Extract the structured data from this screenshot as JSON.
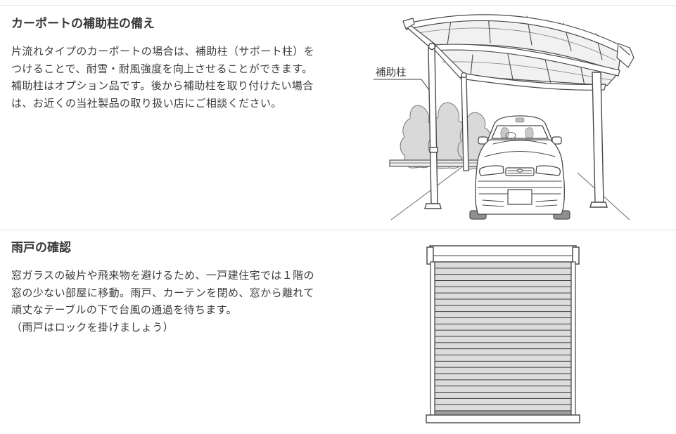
{
  "page": {
    "background": "#ffffff",
    "divider_color": "#e2e2e2",
    "text_color": "#3b3b3b"
  },
  "section1": {
    "title": "カーポートの補助柱の備え",
    "body_lines": [
      "片流れタイプのカーポートの場合は、補助柱（サポート柱）を",
      "つけることで、耐雪・耐風強度を向上させることができます。",
      "補助柱はオプション品です。後から補助柱を取り付けたい場合",
      "は、お近くの当社製品の取り扱い店にご相談ください。"
    ],
    "illustration": {
      "label": "補助柱",
      "line_color": "#4a4a4a",
      "panel_color": "#f1f1f1",
      "tree_color": "#d9d9d9"
    }
  },
  "section2": {
    "title": "雨戸の確認",
    "body_lines": [
      "窓ガラスの破片や飛来物を避けるため、一戸建住宅では１階の",
      "窓の少ない部屋に移動。雨戸、カーテンを閉め、窓から離れて",
      "頑丈なテーブルの下で台風の通過を待ちます。",
      "（雨戸はロックを掛けましょう）"
    ],
    "illustration": {
      "slat_count": 24,
      "slat_color": "#dcdcdc",
      "line_color": "#444444"
    }
  }
}
